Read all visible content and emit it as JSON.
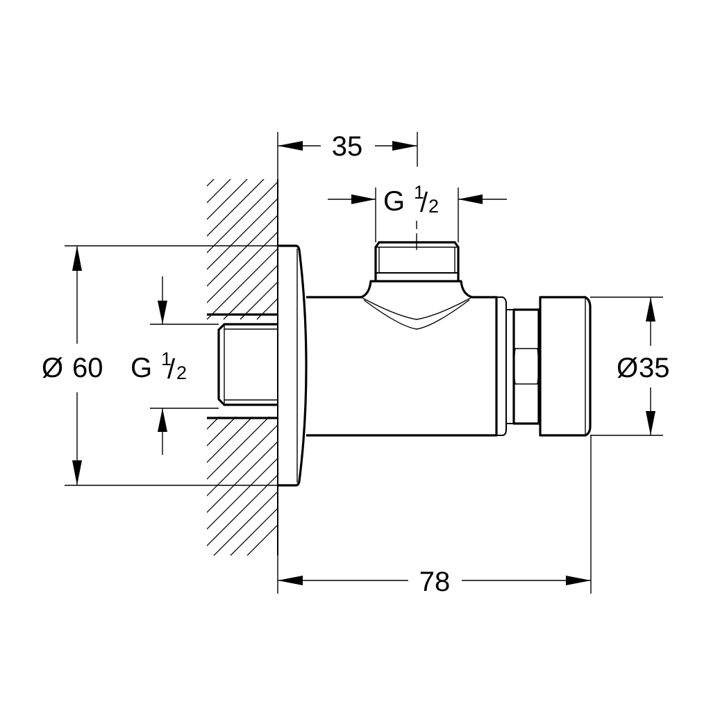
{
  "drawing": {
    "title": "Wall-mounted angle valve technical drawing",
    "units": "mm",
    "line_color": "#000000",
    "background": "#ffffff"
  },
  "dimensions": {
    "top_offset": {
      "label": "35",
      "description": "Wall face to outlet centerline"
    },
    "top_thread": {
      "prefix": "G",
      "numerator": "1",
      "slash": "/",
      "denominator": "2",
      "description": "Outlet thread size"
    },
    "flange_diameter": {
      "symbol": "Ø",
      "value": "60",
      "description": "Wall rosette diameter"
    },
    "inlet_thread": {
      "prefix": "G",
      "numerator": "1",
      "slash": "/",
      "denominator": "2",
      "description": "Inlet thread size"
    },
    "cap_diameter": {
      "symbol": "Ø",
      "value": "35",
      "description": "End cap diameter"
    },
    "total_length": {
      "label": "78",
      "description": "Overall projection from wall"
    }
  }
}
